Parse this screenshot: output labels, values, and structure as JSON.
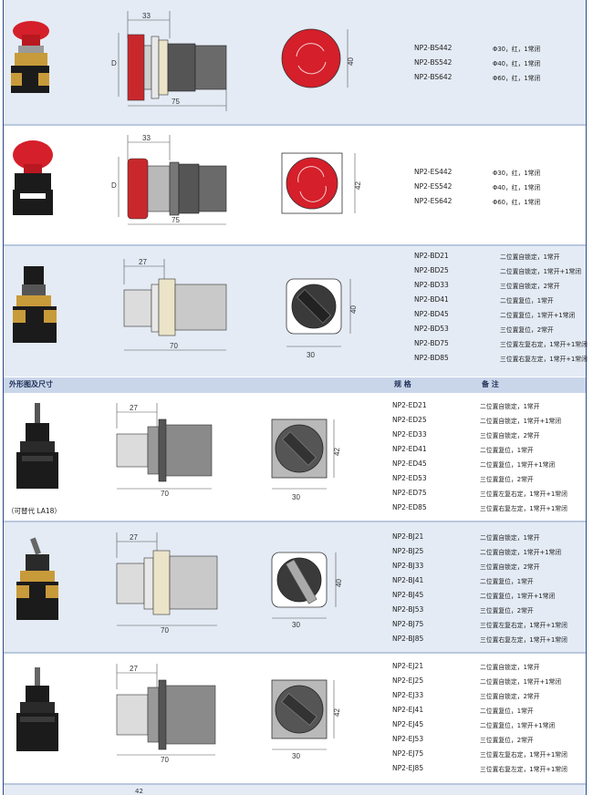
{
  "header": {
    "left_label": "外形图及尺寸",
    "col_spec": "规 格",
    "col_note": "备 注"
  },
  "note_replace": "（可替代 LA18）",
  "colors": {
    "frame": "#2d4a87",
    "section_light": "#e4ebf5",
    "header_band": "#c9d6ea",
    "red_cap": "#d51f2a",
    "body_black": "#1b1b1b",
    "brass": "#c89b3a"
  },
  "sections": [
    {
      "id": "bs",
      "dims": {
        "width": "33",
        "length": "75",
        "height_side": "D",
        "height_front": "40"
      },
      "rows": [
        {
          "model": "NP2-BS442",
          "desc": "Φ30，红，1常闭"
        },
        {
          "model": "NP2-BS542",
          "desc": "Φ40，红，1常闭"
        },
        {
          "model": "NP2-BS642",
          "desc": "Φ60，红，1常闭"
        }
      ]
    },
    {
      "id": "es",
      "dims": {
        "width": "33",
        "length": "75",
        "height_side": "D",
        "height_front": "42"
      },
      "rows": [
        {
          "model": "NP2-ES442",
          "desc": "Φ30，红，1常闭"
        },
        {
          "model": "NP2-ES542",
          "desc": "Φ40，红，1常闭"
        },
        {
          "model": "NP2-ES642",
          "desc": "Φ60，红，1常闭"
        }
      ]
    },
    {
      "id": "bd",
      "dims": {
        "width": "27",
        "length": "70",
        "front_w": "30",
        "height_front": "40"
      },
      "rows": [
        {
          "model": "NP2-BD21",
          "desc": "二位置自锁定，1常开"
        },
        {
          "model": "NP2-BD25",
          "desc": "二位置自锁定，1常开+1常闭"
        },
        {
          "model": "NP2-BD33",
          "desc": "三位置自锁定，2常开"
        },
        {
          "model": "NP2-BD41",
          "desc": "二位置复位，1常开"
        },
        {
          "model": "NP2-BD45",
          "desc": "二位置复位，1常开+1常闭"
        },
        {
          "model": "NP2-BD53",
          "desc": "三位置复位，2常开"
        },
        {
          "model": "NP2-BD75",
          "desc": "三位置左复右定，1常开+1常闭"
        },
        {
          "model": "NP2-BD85",
          "desc": "三位置右复左定，1常开+1常闭"
        }
      ]
    },
    {
      "id": "ed",
      "dims": {
        "width": "27",
        "length": "70",
        "front_w": "30",
        "height_front": "42"
      },
      "rows": [
        {
          "model": "NP2-ED21",
          "desc": "二位置自锁定，1常开"
        },
        {
          "model": "NP2-ED25",
          "desc": "二位置自锁定，1常开+1常闭"
        },
        {
          "model": "NP2-ED33",
          "desc": "三位置自锁定，2常开"
        },
        {
          "model": "NP2-ED41",
          "desc": "二位置复位，1常开"
        },
        {
          "model": "NP2-ED45",
          "desc": "二位置复位，1常开+1常闭"
        },
        {
          "model": "NP2-ED53",
          "desc": "三位置复位，2常开"
        },
        {
          "model": "NP2-ED75",
          "desc": "三位置左复右定，1常开+1常闭"
        },
        {
          "model": "NP2-ED85",
          "desc": "三位置右复左定，1常开+1常闭"
        }
      ]
    },
    {
      "id": "bj",
      "dims": {
        "width": "27",
        "length": "70",
        "front_w": "30",
        "height_front": "40"
      },
      "rows": [
        {
          "model": "NP2-BJ21",
          "desc": "二位置自锁定，1常开"
        },
        {
          "model": "NP2-BJ25",
          "desc": "二位置自锁定，1常开+1常闭"
        },
        {
          "model": "NP2-BJ33",
          "desc": "三位置自锁定，2常开"
        },
        {
          "model": "NP2-BJ41",
          "desc": "二位置复位，1常开"
        },
        {
          "model": "NP2-BJ45",
          "desc": "二位置复位，1常开+1常闭"
        },
        {
          "model": "NP2-BJ53",
          "desc": "三位置复位，2常开"
        },
        {
          "model": "NP2-BJ75",
          "desc": "三位置左复右定，1常开+1常闭"
        },
        {
          "model": "NP2-BJ85",
          "desc": "三位置右复左定，1常开+1常闭"
        }
      ]
    },
    {
      "id": "ej",
      "dims": {
        "width": "27",
        "length": "70",
        "front_w": "30",
        "height_front": "42"
      },
      "rows": [
        {
          "model": "NP2-EJ21",
          "desc": "二位置自锁定，1常开"
        },
        {
          "model": "NP2-EJ25",
          "desc": "二位置自锁定，1常开+1常闭"
        },
        {
          "model": "NP2-EJ33",
          "desc": "三位置自锁定，2常开"
        },
        {
          "model": "NP2-EJ41",
          "desc": "二位置复位，1常开"
        },
        {
          "model": "NP2-EJ45",
          "desc": "二位置复位，1常开+1常闭"
        },
        {
          "model": "NP2-EJ53",
          "desc": "三位置复位，2常开"
        },
        {
          "model": "NP2-EJ75",
          "desc": "三位置左复右定，1常开+1常闭"
        },
        {
          "model": "NP2-EJ85",
          "desc": "三位置右复左定，1常开+1常闭"
        }
      ]
    }
  ],
  "footer_partial_dim": "42"
}
